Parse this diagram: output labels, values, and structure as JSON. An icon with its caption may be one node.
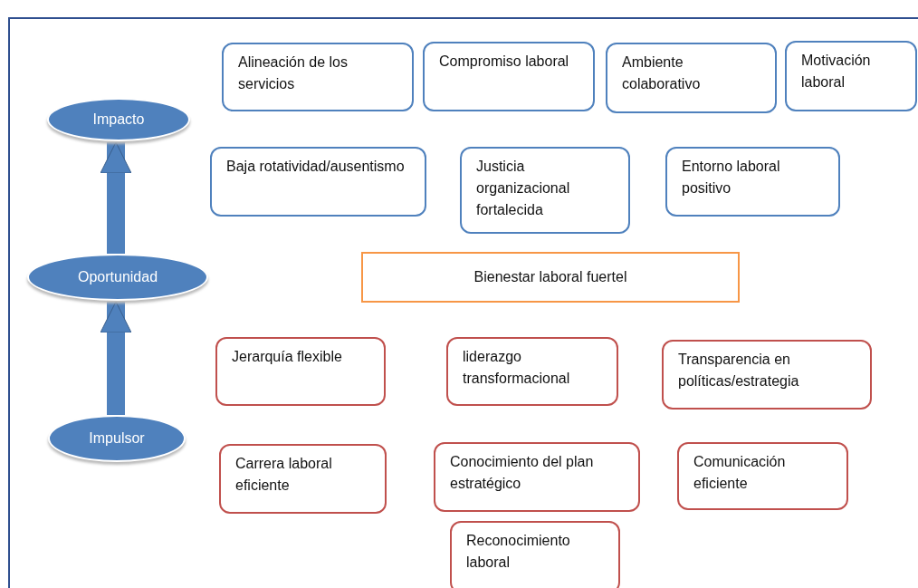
{
  "diagram": {
    "nodes": [
      {
        "text": [
          "Impacto"
        ]
      },
      {
        "text": [
          "Alineación de los servicios"
        ]
      },
      {
        "text": [
          "Compromiso laboral"
        ]
      },
      {
        "text": [
          "Ambiente colaborativo"
        ]
      },
      {
        "text": [
          "Motivación laboral"
        ]
      },
      {
        "text": [
          "Baja rotatividad/ausentismo"
        ]
      },
      {
        "text": [
          "Justicia organizacional fortalecida"
        ]
      },
      {
        "text": [
          "Entorno laboral positivo"
        ]
      },
      {
        "text": [
          "Oportunidad"
        ]
      },
      {
        "text": [
          "Bienestar laboral fuertel"
        ]
      },
      {
        "text": [
          "Jerarquía flexible"
        ]
      },
      {
        "text": [
          "liderazgo transformacional"
        ]
      },
      {
        "text": [
          "Transparencia en políticas/estrategia"
        ]
      },
      {
        "text": [
          "Impulsor"
        ]
      },
      {
        "text": [
          "Carrera laboral eficiente"
        ]
      },
      {
        "text": [
          "Conocimiento del plan estratégico"
        ]
      },
      {
        "text": [
          "Comunicación eficiente"
        ]
      },
      {
        "text": [
          "Reconocimiento laboral"
        ]
      }
    ],
    "edges": [
      {
        "from": 8,
        "to": 0,
        "arrow": "to"
      },
      {
        "from": 13,
        "to": 8,
        "arrow": "to"
      }
    ]
  }
}
